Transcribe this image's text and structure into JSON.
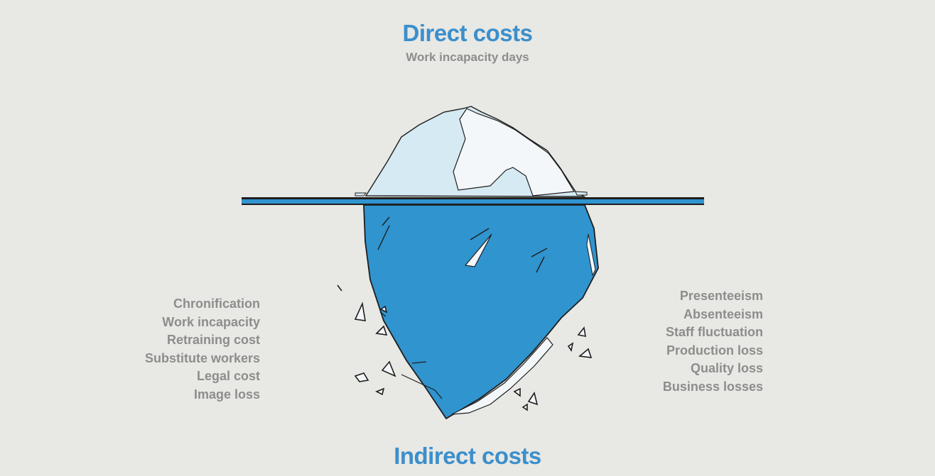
{
  "top": {
    "title": "Direct costs",
    "subtitle": "Work incapacity days"
  },
  "bottom": {
    "title": "Indirect costs"
  },
  "left_items": [
    "Chronification",
    "Work incapacity",
    "Retraining cost",
    "Substitute workers",
    "Legal cost",
    "Image loss"
  ],
  "right_items": [
    "Presenteeism",
    "Absenteeism",
    "Staff fluctuation",
    "Production loss",
    "Quality loss",
    "Business losses"
  ],
  "colors": {
    "title": "#3b8fcc",
    "text": "#8d8d8d",
    "water": "#3094cf",
    "ice_light": "#d6eaf3",
    "ice_white": "#f4f7f9",
    "background": "#e8e8e3"
  }
}
